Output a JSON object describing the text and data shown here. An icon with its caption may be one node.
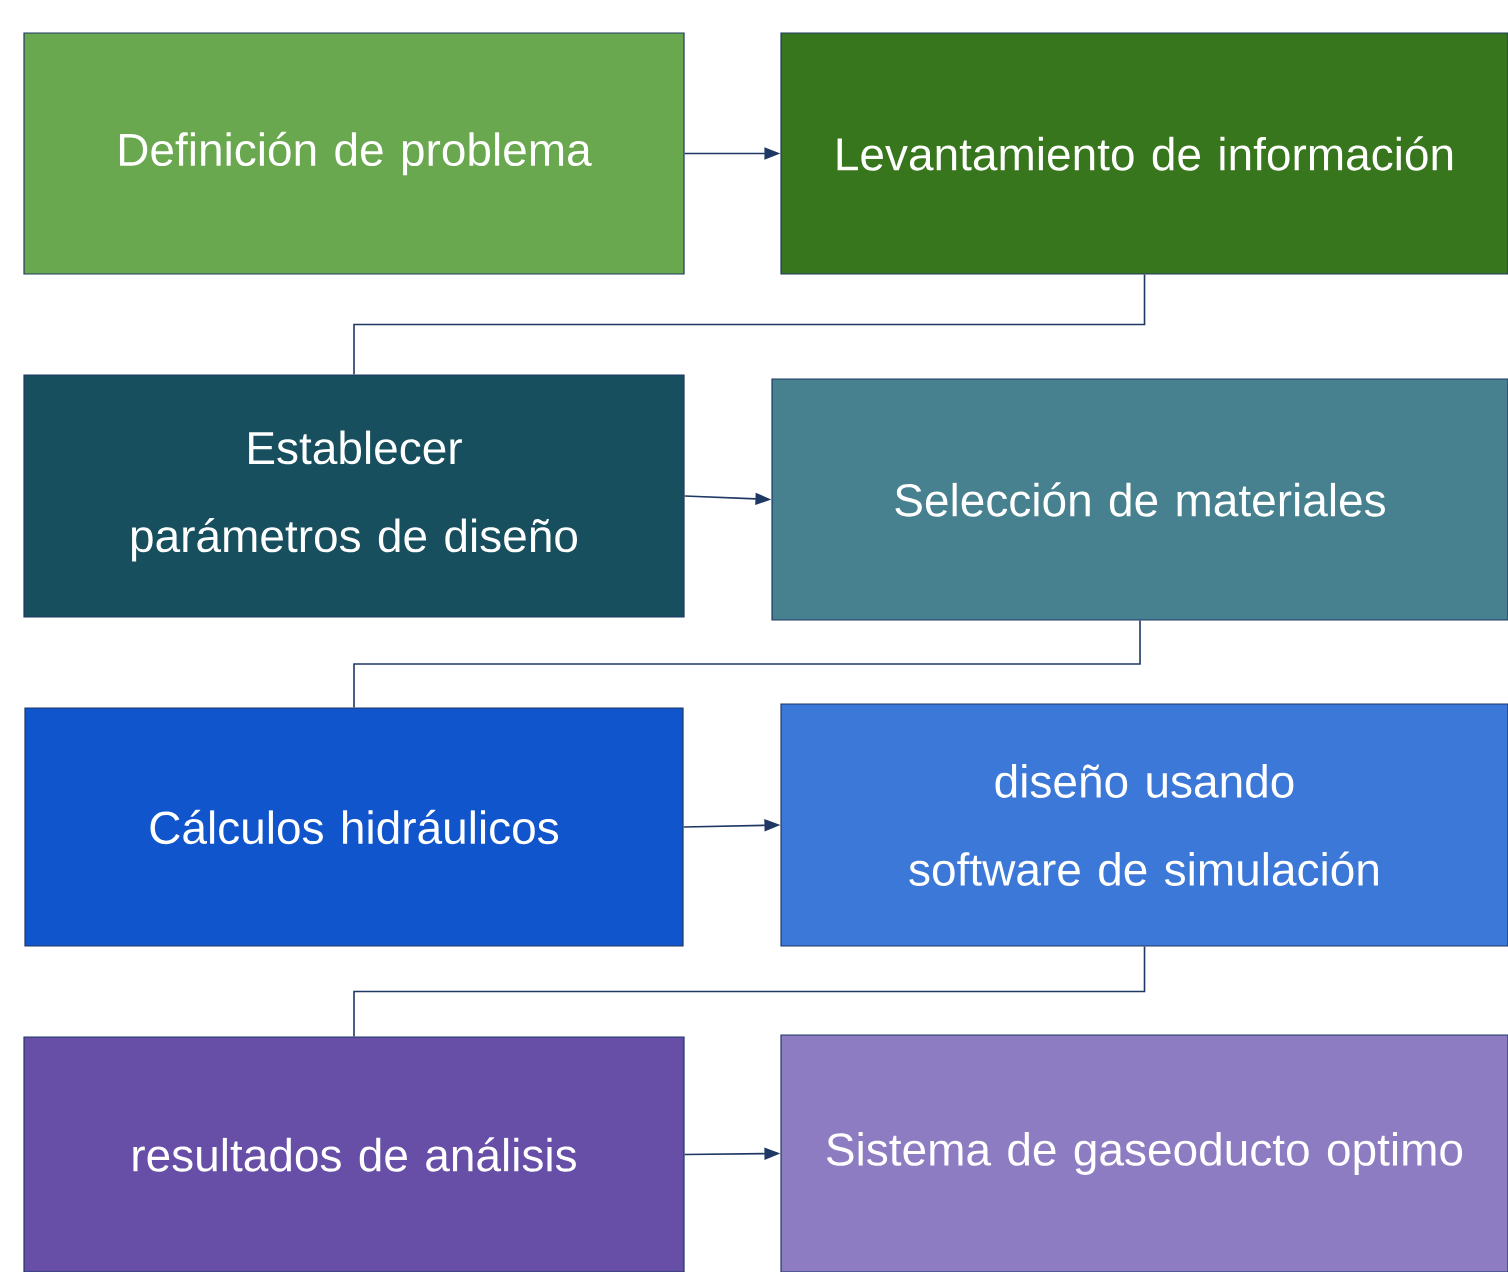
{
  "diagram": {
    "nodes": [
      {
        "text": [
          "Definición de problema"
        ]
      },
      {
        "text": [
          "Levantamiento de información"
        ]
      },
      {
        "text": [
          "Establecer parámetros de diseño"
        ]
      },
      {
        "text": [
          "Selección de materiales"
        ]
      },
      {
        "text": [
          "Cálculos hidráulicos"
        ]
      },
      {
        "text": [
          "diseño usando software de simulación"
        ]
      },
      {
        "text": [
          "resultados de análisis"
        ]
      },
      {
        "text": [
          "Sistema de gaseoducto optimo"
        ]
      }
    ],
    "edges": [
      {
        "from": 0,
        "to": 1,
        "arrow": "to"
      },
      {
        "from": 1,
        "to": 2,
        "arrow": "none"
      },
      {
        "from": 2,
        "to": 3,
        "arrow": "to"
      },
      {
        "from": 3,
        "to": 4,
        "arrow": "none"
      },
      {
        "from": 4,
        "to": 5,
        "arrow": "to"
      },
      {
        "from": 5,
        "to": 6,
        "arrow": "none"
      },
      {
        "from": 6,
        "to": 7,
        "arrow": "to"
      }
    ]
  }
}
